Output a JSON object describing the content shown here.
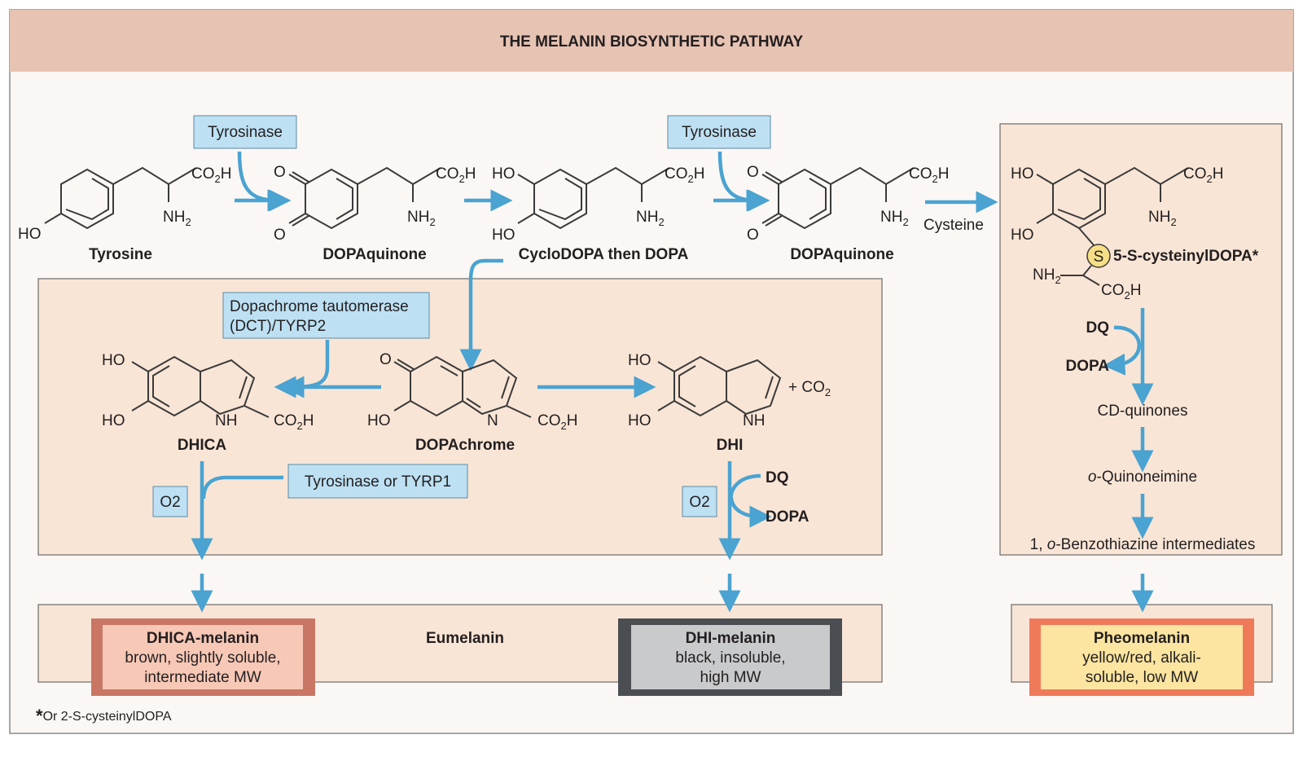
{
  "title": "THE MELANIN BIOSYNTHETIC PATHWAY",
  "colors": {
    "header_bg": "#e7c3b3",
    "panel_bg": "#f9e5d6",
    "page_bg": "#fbf7f4",
    "enzyme_box": "#bde0f3",
    "arrow": "#4aa3d1",
    "dhica_melanin_border": "#c97664",
    "dhica_melanin_fill": "#f7c8b6",
    "dhi_melanin_border": "#4a4d52",
    "dhi_melanin_fill": "#c9cacc",
    "pheomelanin_border": "#ef7a5a",
    "pheomelanin_fill": "#fbe5a0",
    "sulfur_circle": "#f7df85"
  },
  "enzymes": {
    "tyrosinase_1": "Tyrosinase",
    "tyrosinase_2": "Tyrosinase",
    "dct_line1": "Dopachrome tautomerase",
    "dct_line2": "(DCT)/TYRP2",
    "tyrosinase_or_tyrp1": "Tyrosinase or TYRP1",
    "o2_left": "O2",
    "o2_right": "O2"
  },
  "compounds": {
    "tyrosine": "Tyrosine",
    "dopaquinone_1": "DOPAquinone",
    "cyclodopa": "CycloDOPA then DOPA",
    "dopaquinone_2": "DOPAquinone",
    "cysteinyldopa": "5-S-cysteinylDOPA*",
    "dhica": "DHICA",
    "dopachrome": "DOPAchrome",
    "dhi": "DHI"
  },
  "atoms": {
    "ho": "HO",
    "o": "O",
    "co2h": "CO",
    "h": "H",
    "nh2": "NH",
    "sub2": "2",
    "nh": "NH",
    "n": "N",
    "s": "S",
    "plus_co2": "+ CO"
  },
  "reagents": {
    "cysteine": "Cysteine",
    "dq_right": "DQ",
    "dopa_right": "DOPA",
    "dq_dhi": "DQ",
    "dopa_dhi": "DOPA"
  },
  "pheo_steps": {
    "cd_quinones": "CD-quinones",
    "quinoneimine_prefix": "o",
    "quinoneimine_rest": "-Quinoneimine",
    "benzothiazine_prefix": "1, ",
    "benzothiazine_italic": "o",
    "benzothiazine_rest": "-Benzothiazine intermediates"
  },
  "products": {
    "eumelanin": "Eumelanin",
    "dhica_melanin": {
      "name": "DHICA-melanin",
      "line1": "brown, slightly soluble,",
      "line2": "intermediate MW"
    },
    "dhi_melanin": {
      "name": "DHI-melanin",
      "line1": "black, insoluble,",
      "line2": "high MW"
    },
    "pheomelanin": {
      "name": "Pheomelanin",
      "line1": "yellow/red, alkali-",
      "line2": "soluble, low MW"
    }
  },
  "footnote": {
    "star": "*",
    "text": "Or 2-S-cysteinylDOPA"
  }
}
